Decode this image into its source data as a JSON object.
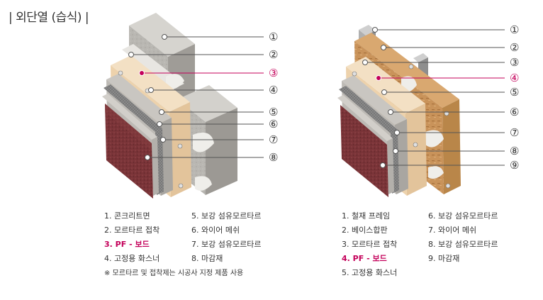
{
  "title": "| 외단열 (습식) |",
  "colors": {
    "highlight": "#c4005a",
    "line": "#555555"
  },
  "left": {
    "callouts": [
      "①",
      "②",
      "③",
      "④",
      "⑤",
      "⑥",
      "⑦",
      "⑧"
    ],
    "highlight_index": 2,
    "legend_col1": [
      "1. 콘크리트면",
      "2. 모르타르 접착",
      "3. PF - 보드",
      "4. 고정용 화스너"
    ],
    "legend_col2": [
      "5. 보강 섬유모르타르",
      "6. 와이어 메쉬",
      "7. 보강 섬유모르타르",
      "8. 마감재"
    ],
    "note": "※ 모르타르 및 접착제는 시공사 지정 제품 사용"
  },
  "right": {
    "callouts": [
      "①",
      "②",
      "③",
      "④",
      "⑤",
      "⑥",
      "⑦",
      "⑧",
      "⑨"
    ],
    "highlight_index": 3,
    "legend_col1": [
      "1. 철재 프레임",
      "2. 베이스합판",
      "3. 모르타르 접착",
      "4. PF - 보드",
      "5. 고정용 화스너"
    ],
    "legend_col2": [
      "6. 보강 섬유모르타르",
      "7. 와이어 메쉬",
      "8. 보강 섬유모르타르",
      "9. 마감재"
    ]
  }
}
